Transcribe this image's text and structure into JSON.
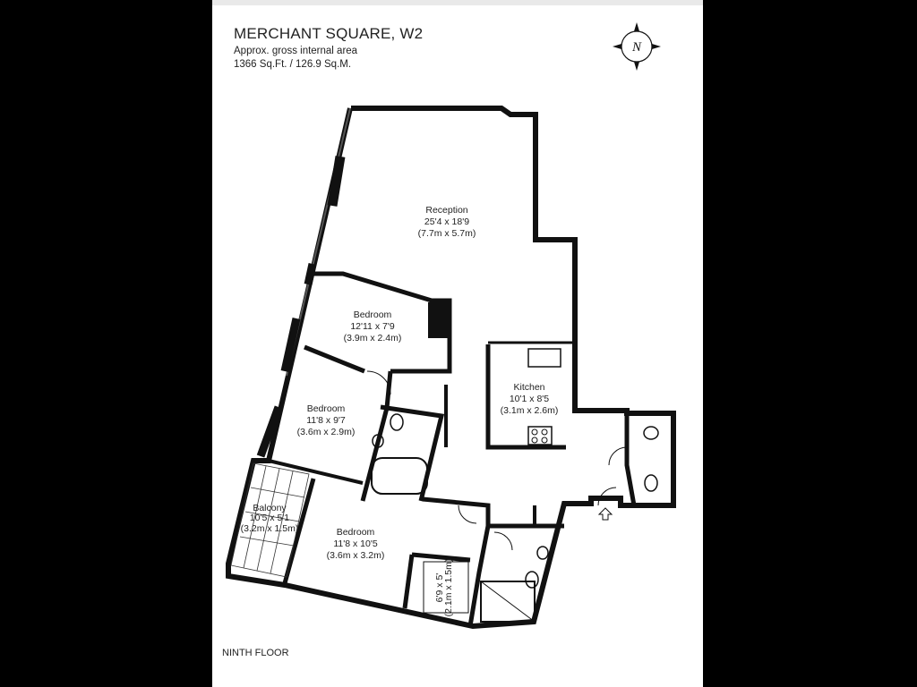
{
  "header": {
    "title": "MERCHANT SQUARE, W2",
    "area_label": "Approx. gross internal area",
    "area_value": "1366 Sq.Ft. / 126.9 Sq.M."
  },
  "rooms": {
    "reception": {
      "name": "Reception",
      "imperial": "25'4 x 18'9",
      "metric": "(7.7m x 5.7m)"
    },
    "bedroom1": {
      "name": "Bedroom",
      "imperial": "12'11 x 7'9",
      "metric": "(3.9m x 2.4m)"
    },
    "bedroom2": {
      "name": "Bedroom",
      "imperial": "11'8 x 9'7",
      "metric": "(3.6m x 2.9m)"
    },
    "bedroom3": {
      "name": "Bedroom",
      "imperial": "11'8 x 10'5",
      "metric": "(3.6m x 3.2m)"
    },
    "kitchen": {
      "name": "Kitchen",
      "imperial": "10'1 x 8'5",
      "metric": "(3.1m x 2.6m)"
    },
    "balcony": {
      "name": "Balcony",
      "imperial": "10'5 x 5'1",
      "metric": "(3.2m x 1.5m)"
    },
    "storage": {
      "imperial": "6'9 x 5'",
      "metric": "(2.1m x 1.5m)"
    }
  },
  "compass": {
    "letter": "N",
    "icon": "compass-north-icon"
  },
  "entrance_icon": "entrance-arrow-icon",
  "footer": {
    "floor": "NINTH FLOOR"
  },
  "colors": {
    "wall": "#111111",
    "background": "#ffffff",
    "surround": "#000000"
  }
}
